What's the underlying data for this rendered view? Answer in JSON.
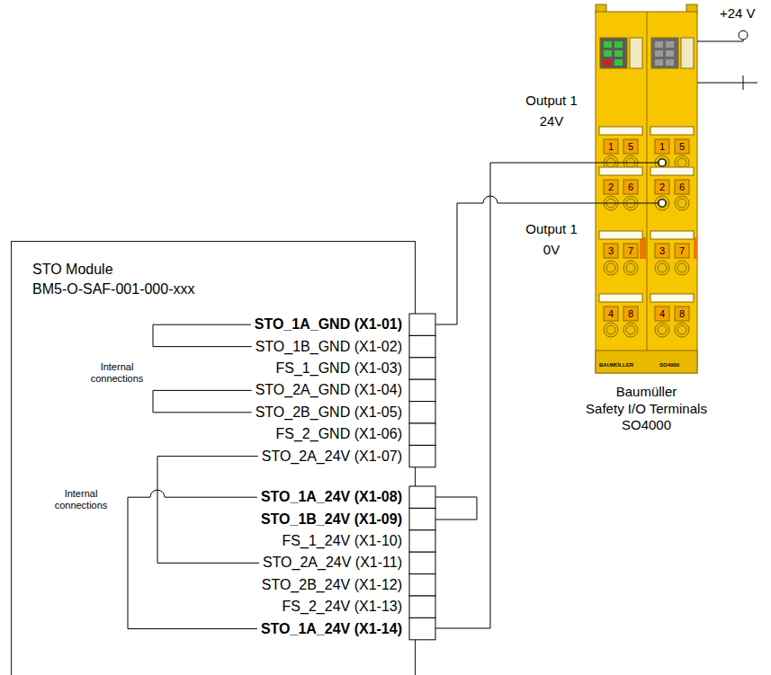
{
  "diagram": {
    "nodes": [
      {
        "text": [
          "STO Module",
          "BM5-O-SAF-001-000-xxx"
        ]
      },
      {
        "text": [
          "Baumüller",
          "Safety I/O Terminals SO4000"
        ]
      }
    ],
    "edges": [
      {
        "from": 1,
        "to": 0,
        "arrow": "none"
      },
      {
        "from": 1,
        "to": 0,
        "arrow": "none"
      }
    ],
    "labels": [
      "+24 V",
      "Output 1 24V",
      "Output 1 0V",
      "1",
      "5",
      "1",
      "5",
      "2",
      "6",
      "2",
      "6",
      "3",
      "7",
      "3",
      "7",
      "4",
      "8",
      "4",
      "8",
      "BAUMÜLLER",
      "SO4000",
      "STO_1A_GND (X1-01)",
      "STO_1B_GND (X1-02)",
      "FS_1_GND (X1-03)",
      "STO_2A_GND (X1-04)",
      "STO_2B_GND (X1-05)",
      "FS_2_GND (X1-06)",
      "STO_2A_24V (X1-07)",
      "STO_1A_24V (X1-08)",
      "STO_1B_24V (X1-09)",
      "FS_1_24V (X1-10)",
      "STO_2A_24V (X1-11)",
      "STO_2B_24V (X1-12)",
      "FS_2_24V (X1-13)",
      "STO_1A_24V (X1-14)",
      "Internal connections",
      "Internal connections"
    ]
  }
}
